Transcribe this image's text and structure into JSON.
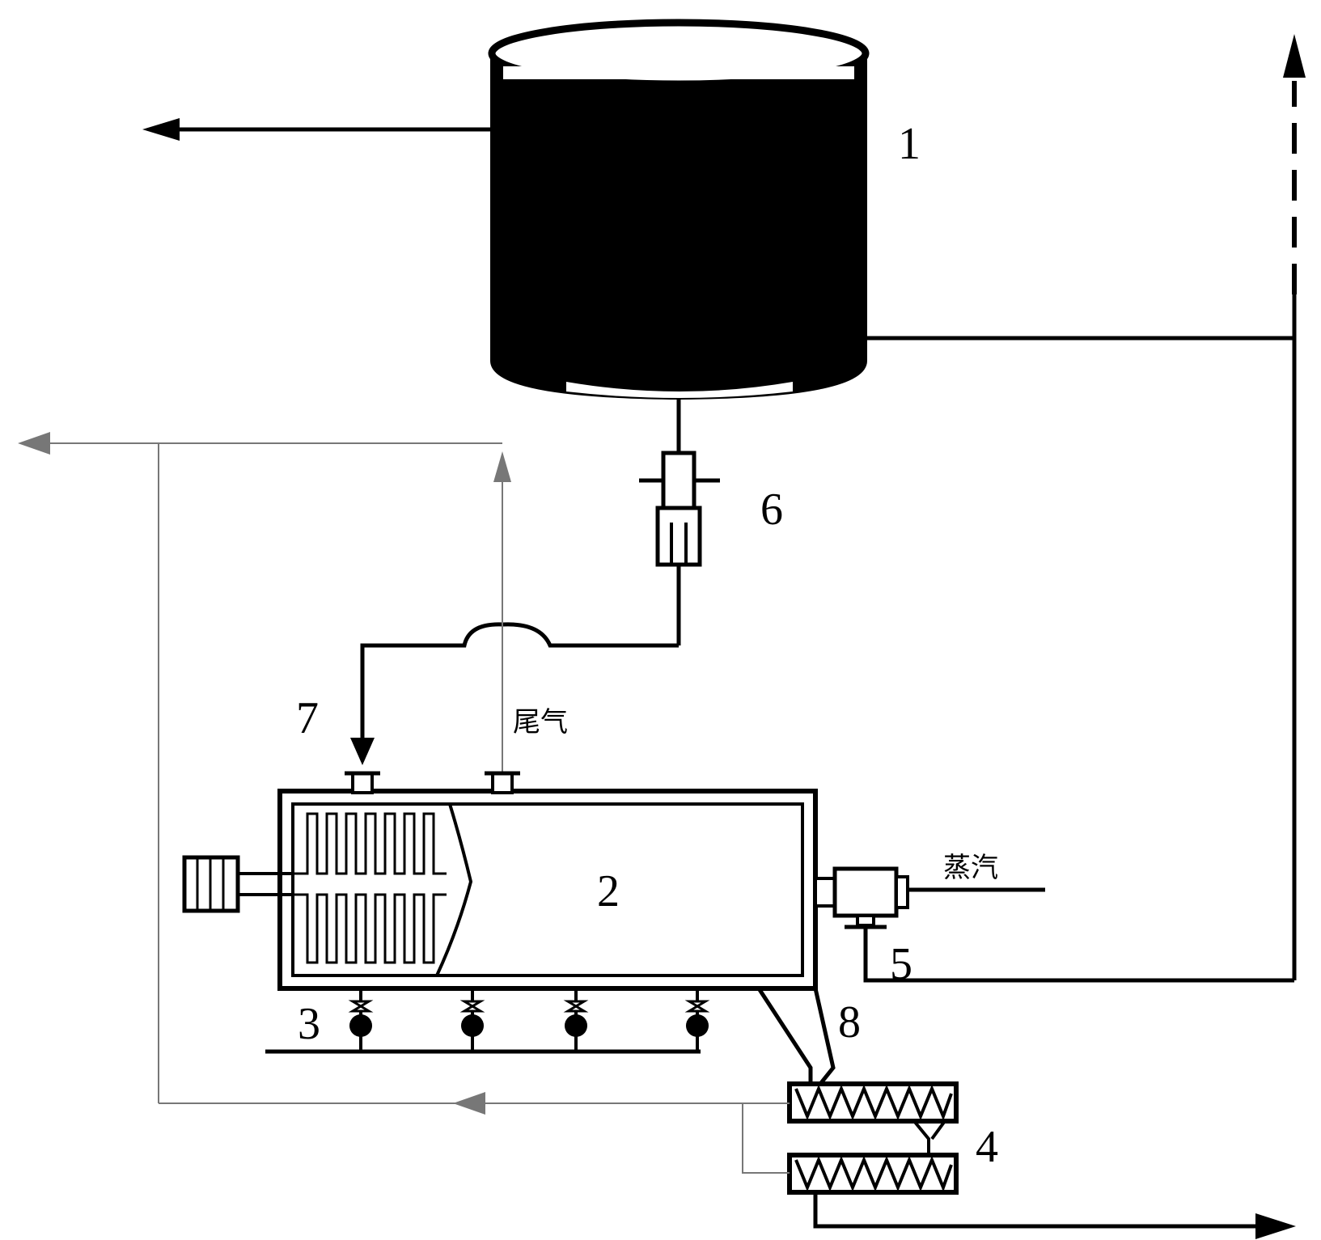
{
  "labels": {
    "tank": "1",
    "dryer": "2",
    "valves": "3",
    "screw": "4",
    "steam_valve": "5",
    "pump": "6",
    "feed_inlet": "7",
    "discharge": "8"
  },
  "text": {
    "tail_gas": "尾气",
    "steam": "蒸汽"
  },
  "colors": {
    "stroke": "#000000",
    "tank_fill": "#000000",
    "thin_line": "#777777"
  }
}
